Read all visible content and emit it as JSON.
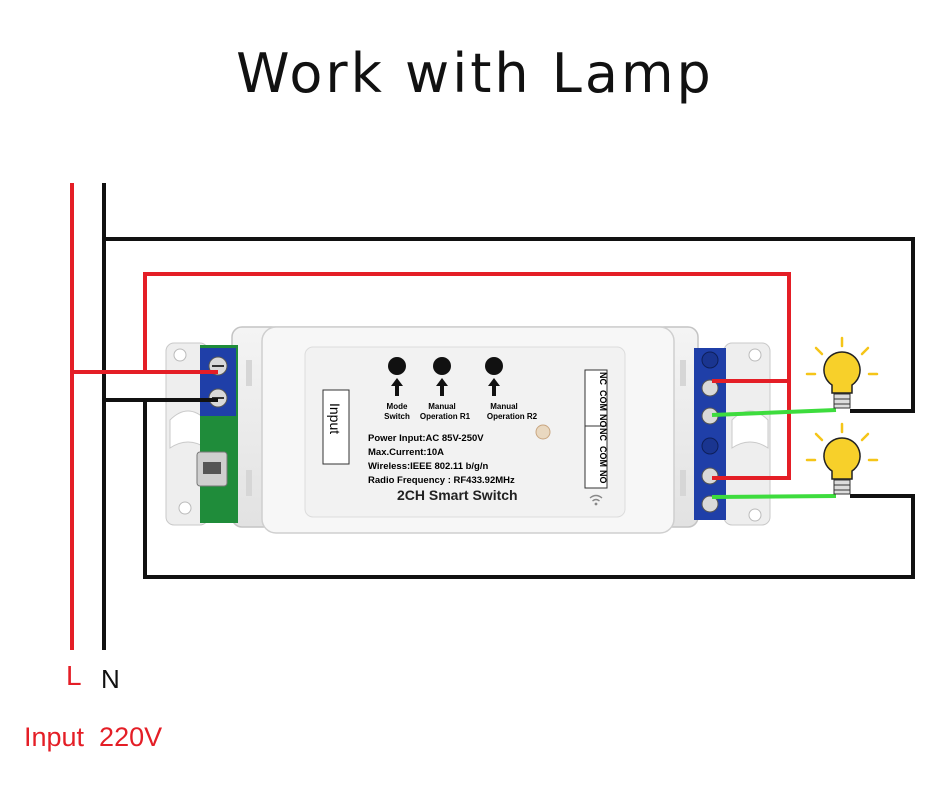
{
  "title": "Work with Lamp",
  "mains": {
    "live_label": "L",
    "neutral_label": "N",
    "input_label": "Input  220V"
  },
  "device": {
    "input_tag": "Input",
    "buttons": [
      {
        "label_line1": "Mode",
        "label_line2": "Switch"
      },
      {
        "label_line1": "Manual",
        "label_line2": "Operation R1"
      },
      {
        "label_line1": "Manual",
        "label_line2": "Operation R2"
      }
    ],
    "specs": [
      "Power Input:AC 85V-250V",
      "Max.Current:10A",
      "Wireless:IEEE  802.11 b/g/n",
      "Radio Frequency : RF433.92MHz"
    ],
    "product_name": "2CH Smart Switch",
    "relay_labels": [
      {
        "no": "NO",
        "com": "COM",
        "nc": "NC"
      },
      {
        "no": "NO",
        "com": "COM",
        "nc": "NC"
      }
    ]
  },
  "colors": {
    "live": "#e41e26",
    "neutral": "#111111",
    "load": "#3ddc3d",
    "terminal_blue": "#1f3fa8",
    "lamp_yellow": "#f5c518"
  },
  "icons": [
    "lamp-icon",
    "wifi-icon",
    "arrow-up-icon",
    "screw-icon"
  ]
}
